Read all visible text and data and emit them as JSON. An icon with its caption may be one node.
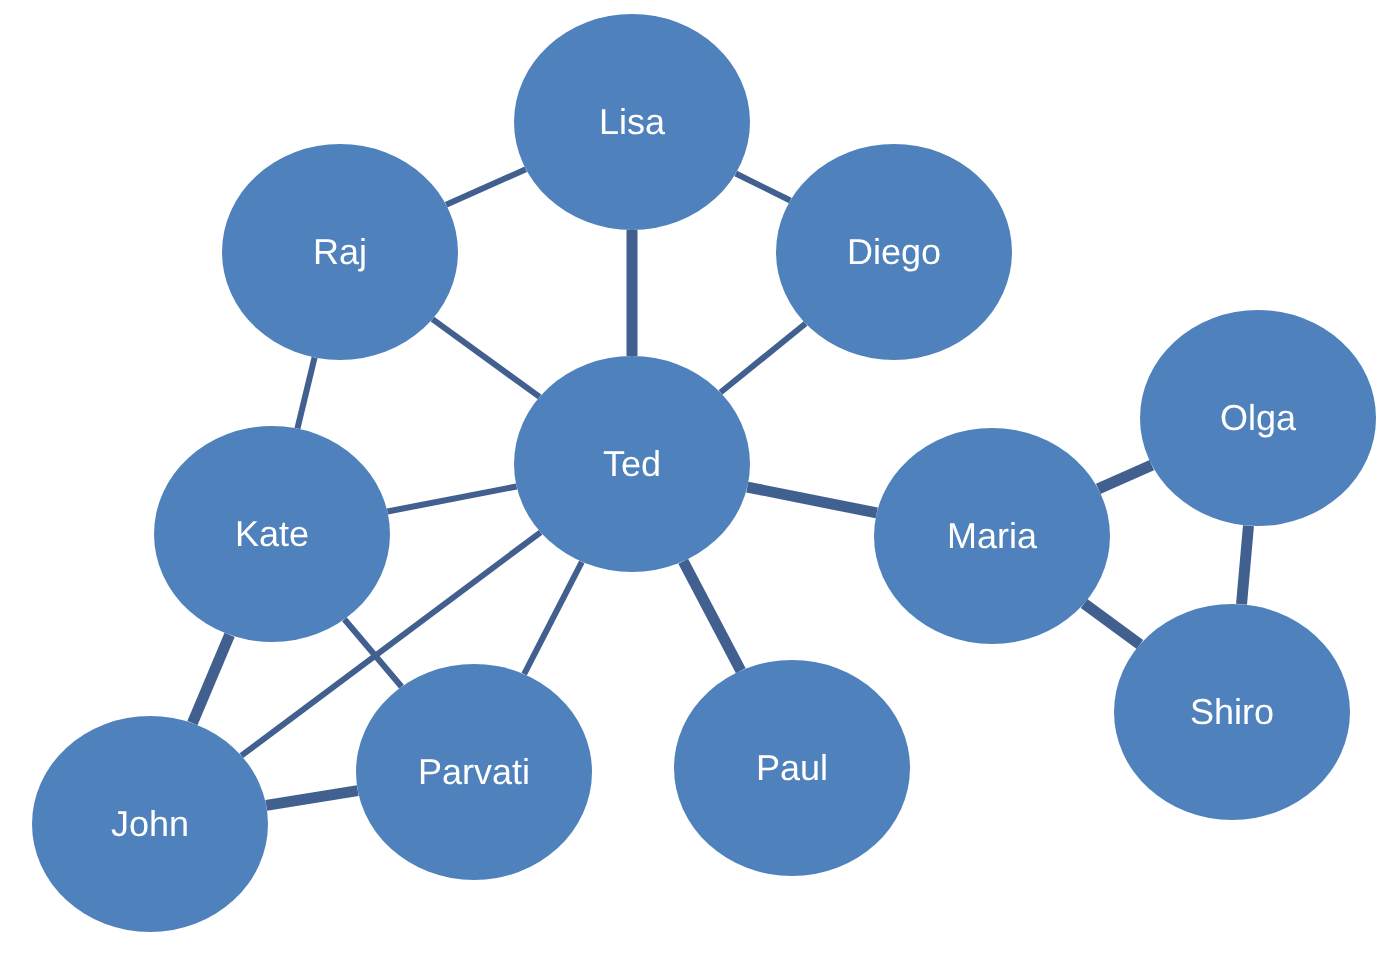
{
  "diagram": {
    "nodes": [
      {
        "text": [
          "Lisa"
        ]
      },
      {
        "text": [
          "Raj"
        ]
      },
      {
        "text": [
          "Diego"
        ]
      },
      {
        "text": [
          "Ted"
        ]
      },
      {
        "text": [
          "Kate"
        ]
      },
      {
        "text": [
          "Maria"
        ]
      },
      {
        "text": [
          "Olga"
        ]
      },
      {
        "text": [
          "Shiro"
        ]
      },
      {
        "text": [
          "John"
        ]
      },
      {
        "text": [
          "Parvati"
        ]
      },
      {
        "text": [
          "Paul"
        ]
      }
    ],
    "edges": [
      {
        "from": 1,
        "to": 0,
        "arrow": "none"
      },
      {
        "from": 0,
        "to": 2,
        "arrow": "none"
      },
      {
        "from": 0,
        "to": 3,
        "arrow": "none",
        "style": "thick"
      },
      {
        "from": 1,
        "to": 3,
        "arrow": "none"
      },
      {
        "from": 2,
        "to": 3,
        "arrow": "none"
      },
      {
        "from": 1,
        "to": 4,
        "arrow": "none"
      },
      {
        "from": 4,
        "to": 3,
        "arrow": "none"
      },
      {
        "from": 3,
        "to": 5,
        "arrow": "none",
        "style": "thick"
      },
      {
        "from": 3,
        "to": 10,
        "arrow": "none",
        "style": "thick"
      },
      {
        "from": 3,
        "to": 9,
        "arrow": "none"
      },
      {
        "from": 3,
        "to": 8,
        "arrow": "none"
      },
      {
        "from": 4,
        "to": 8,
        "arrow": "none",
        "style": "thick"
      },
      {
        "from": 4,
        "to": 9,
        "arrow": "none"
      },
      {
        "from": 8,
        "to": 9,
        "arrow": "none",
        "style": "thick"
      },
      {
        "from": 5,
        "to": 6,
        "arrow": "none",
        "style": "thick"
      },
      {
        "from": 5,
        "to": 7,
        "arrow": "none",
        "style": "thick"
      },
      {
        "from": 6,
        "to": 7,
        "arrow": "none",
        "style": "thick"
      }
    ]
  }
}
